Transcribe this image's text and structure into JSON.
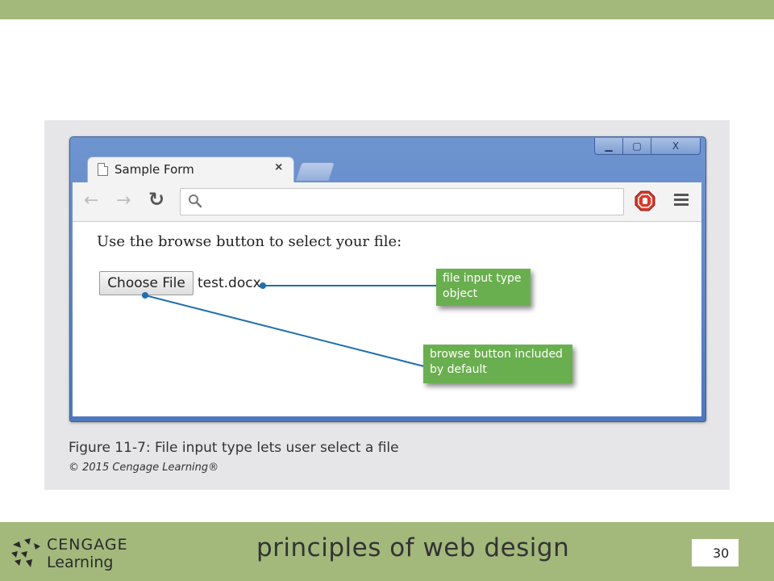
{
  "slide": {
    "figure_caption": "Figure 11-7: File input type lets user select a file",
    "copyright": "© 2015 Cengage Learning®",
    "course_title": "principles of web design",
    "page_number": "30",
    "logo": {
      "line1": "CENGAGE",
      "line2": "Learning"
    }
  },
  "browser": {
    "tab_title": "Sample Form",
    "tab_close": "×",
    "window_controls": {
      "minimize": "▁",
      "maximize": "▢",
      "close": "X"
    },
    "nav": {
      "back": "←",
      "forward": "→",
      "reload": "↻"
    },
    "address_value": "",
    "icons": [
      "search-icon",
      "stop-icon",
      "menu-icon",
      "document-icon"
    ]
  },
  "page": {
    "instruction": "Use the browse button to select your file:",
    "choose_file_label": "Choose File",
    "file_name": "test.docx"
  },
  "callouts": {
    "file_input": "file input type object",
    "browse_button": "browse button included by default"
  },
  "colors": {
    "band": "#a3b97c",
    "callout": "#6aaf4f",
    "leader_line": "#1f6fae",
    "window_frame": "#5b82c4"
  }
}
